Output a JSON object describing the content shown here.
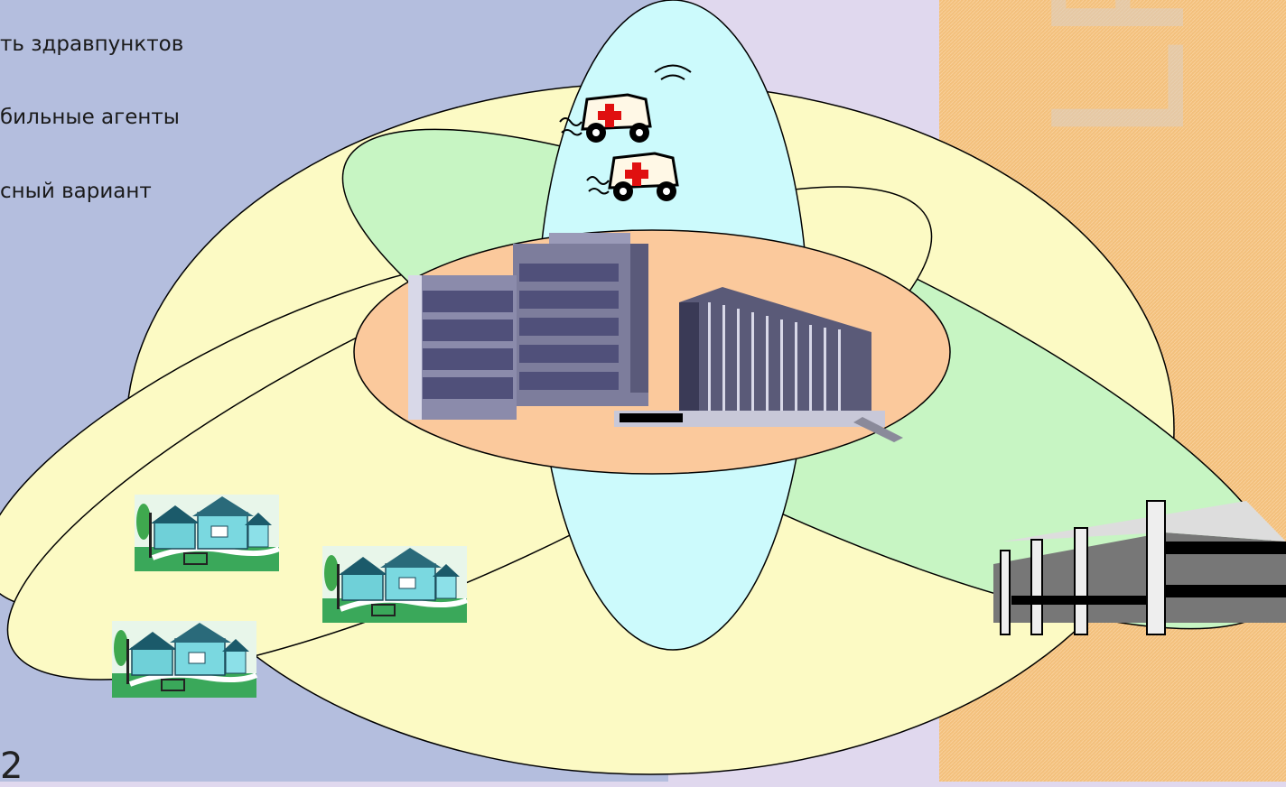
{
  "slide": {
    "bullets": [
      "ть здравпунктов",
      "бильные агенты",
      "сный вариант"
    ],
    "slide_number": "2"
  },
  "colors": {
    "background": "#e0d8ee",
    "left_band": "#b4bede",
    "right_band": "#f5c482",
    "outer_ellipse": "#fcfac4",
    "green_ellipse": "#c7f5c3",
    "ambulance_ellipse": "#ccfafc",
    "center_ellipse": "#fbc99c",
    "building": "#7d7d9c"
  },
  "icons": [
    "ambulance-icon",
    "hospital-building-icon",
    "clinic-building-icon",
    "village-house-icon"
  ]
}
